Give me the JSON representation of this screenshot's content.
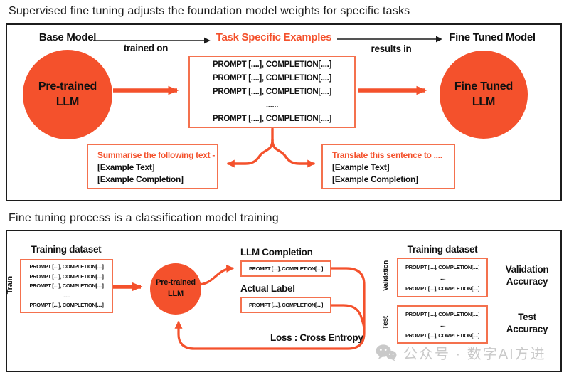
{
  "colors": {
    "accent": "#F4512C",
    "box_border": "#F4714E",
    "text": "#111111",
    "watermark_gray": "#c9c9c9"
  },
  "top_section": {
    "title": "Supervised fine tuning adjusts the foundation model weights for specific tasks",
    "base_model_label": "Base Model",
    "trained_on_label": "trained on",
    "task_examples_label": "Task Specific Examples",
    "results_in_label": "results in",
    "fine_tuned_label": "Fine Tuned Model",
    "pretrained_circle_line1": "Pre-trained",
    "pretrained_circle_line2": "LLM",
    "finetuned_circle_line1": "Fine Tuned",
    "finetuned_circle_line2": "LLM",
    "examples_box_lines": [
      "PROMPT [....], COMPLETION[....]",
      "PROMPT [....], COMPLETION[....]",
      "PROMPT [....], COMPLETION[....]",
      "......",
      "PROMPT [....], COMPLETION[....]"
    ],
    "summarise_example": {
      "title": "Summarise the following text -",
      "line1": "[Example Text]",
      "line2": "[Example Completion]"
    },
    "translate_example": {
      "title": "Translate this sentence to ....",
      "line1": "[Example Text]",
      "line2": "[Example Completion]"
    }
  },
  "bottom_section": {
    "title": "Fine tuning process is a classification model training",
    "train_label": "Train",
    "training_dataset_label": "Training dataset",
    "training_box_lines": [
      "PROMPT [....], COMPLETION[....]",
      "PROMPT [....], COMPLETION[....]",
      "PROMPT [....], COMPLETION[....]",
      ".....",
      "PROMPT [....], COMPLETION[....]"
    ],
    "pretrained_circle_line1": "Pre-trained",
    "pretrained_circle_line2": "LLM",
    "llm_completion_label": "LLM Completion",
    "llm_completion_box_line": "PROMPT [....], COMPLETION[....]",
    "actual_label_heading": "Actual Label",
    "actual_label_box_line": "PROMPT [....], COMPLETION[....]",
    "loss_label": "Loss : Cross Entropy",
    "validation": {
      "dataset_label": "Training dataset",
      "side_label": "Validation",
      "box_lines": [
        "PROMPT [....], COMPLETION[....]",
        ".....",
        "PROMPT [....], COMPLETION[....]"
      ],
      "accuracy_line1": "Validation",
      "accuracy_line2": "Accuracy"
    },
    "test": {
      "side_label": "Test",
      "box_lines": [
        "PROMPT [....], COMPLETION[....]",
        ".....",
        "PROMPT [....], COMPLETION[....]"
      ],
      "accuracy_line1": "Test",
      "accuracy_line2": "Accuracy"
    }
  },
  "watermark": {
    "icon": "wechat-icon",
    "text": "公众号 · 数字AI方进"
  }
}
